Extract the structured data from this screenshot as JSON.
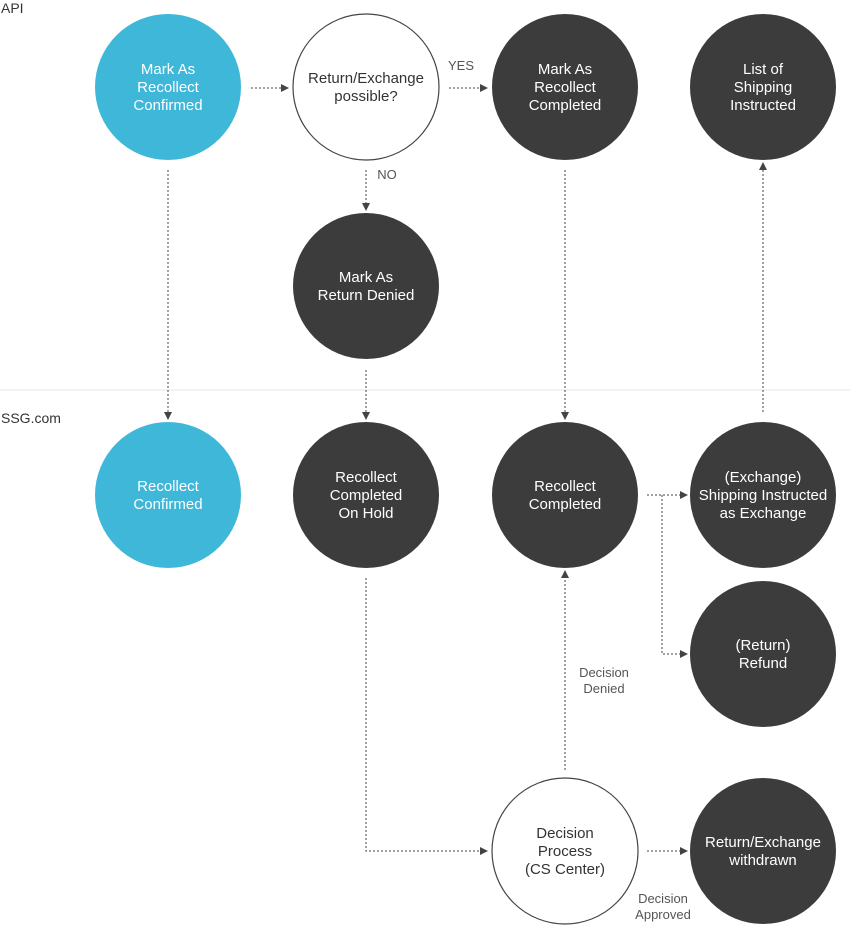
{
  "sections": {
    "api": "API",
    "ssg": "SSG.com"
  },
  "colors": {
    "accent": "#3fb7d9",
    "dark": "#3c3c3c",
    "light": "#ffffff",
    "stroke": "#444444"
  },
  "nodes": [
    {
      "id": "mark-recollect-confirmed",
      "style": "accent",
      "lines": [
        "Mark As",
        "Recollect",
        "Confirmed"
      ]
    },
    {
      "id": "return-exchange-possible",
      "style": "light",
      "lines": [
        "Return/Exchange",
        "possible?"
      ]
    },
    {
      "id": "mark-recollect-completed",
      "style": "dark",
      "lines": [
        "Mark As",
        "Recollect",
        "Completed"
      ]
    },
    {
      "id": "list-shipping-instructed",
      "style": "dark",
      "lines": [
        "List of",
        "Shipping",
        "Instructed"
      ]
    },
    {
      "id": "mark-return-denied",
      "style": "dark",
      "lines": [
        "Mark As",
        "Return Denied"
      ]
    },
    {
      "id": "recollect-confirmed",
      "style": "accent",
      "lines": [
        "Recollect",
        "Confirmed"
      ]
    },
    {
      "id": "recollect-completed-on-hold",
      "style": "dark",
      "lines": [
        "Recollect",
        "Completed",
        "On Hold"
      ]
    },
    {
      "id": "recollect-completed",
      "style": "dark",
      "lines": [
        "Recollect",
        "Completed"
      ]
    },
    {
      "id": "shipping-instructed-exchange",
      "style": "dark",
      "lines": [
        "(Exchange)",
        "Shipping Instructed",
        "as Exchange"
      ]
    },
    {
      "id": "return-refund",
      "style": "dark",
      "lines": [
        "(Return)",
        "Refund"
      ]
    },
    {
      "id": "decision-process",
      "style": "light",
      "lines": [
        "Decision",
        "Process",
        "(CS Center)"
      ]
    },
    {
      "id": "return-exchange-withdrawn",
      "style": "dark",
      "lines": [
        "Return/Exchange",
        "withdrawn"
      ]
    }
  ],
  "edge_labels": [
    {
      "id": "yes",
      "lines": [
        "YES"
      ]
    },
    {
      "id": "no",
      "lines": [
        "NO"
      ]
    },
    {
      "id": "decision-denied",
      "lines": [
        "Decision",
        "Denied"
      ]
    },
    {
      "id": "decision-approved",
      "lines": [
        "Decision",
        "Approved"
      ]
    }
  ]
}
